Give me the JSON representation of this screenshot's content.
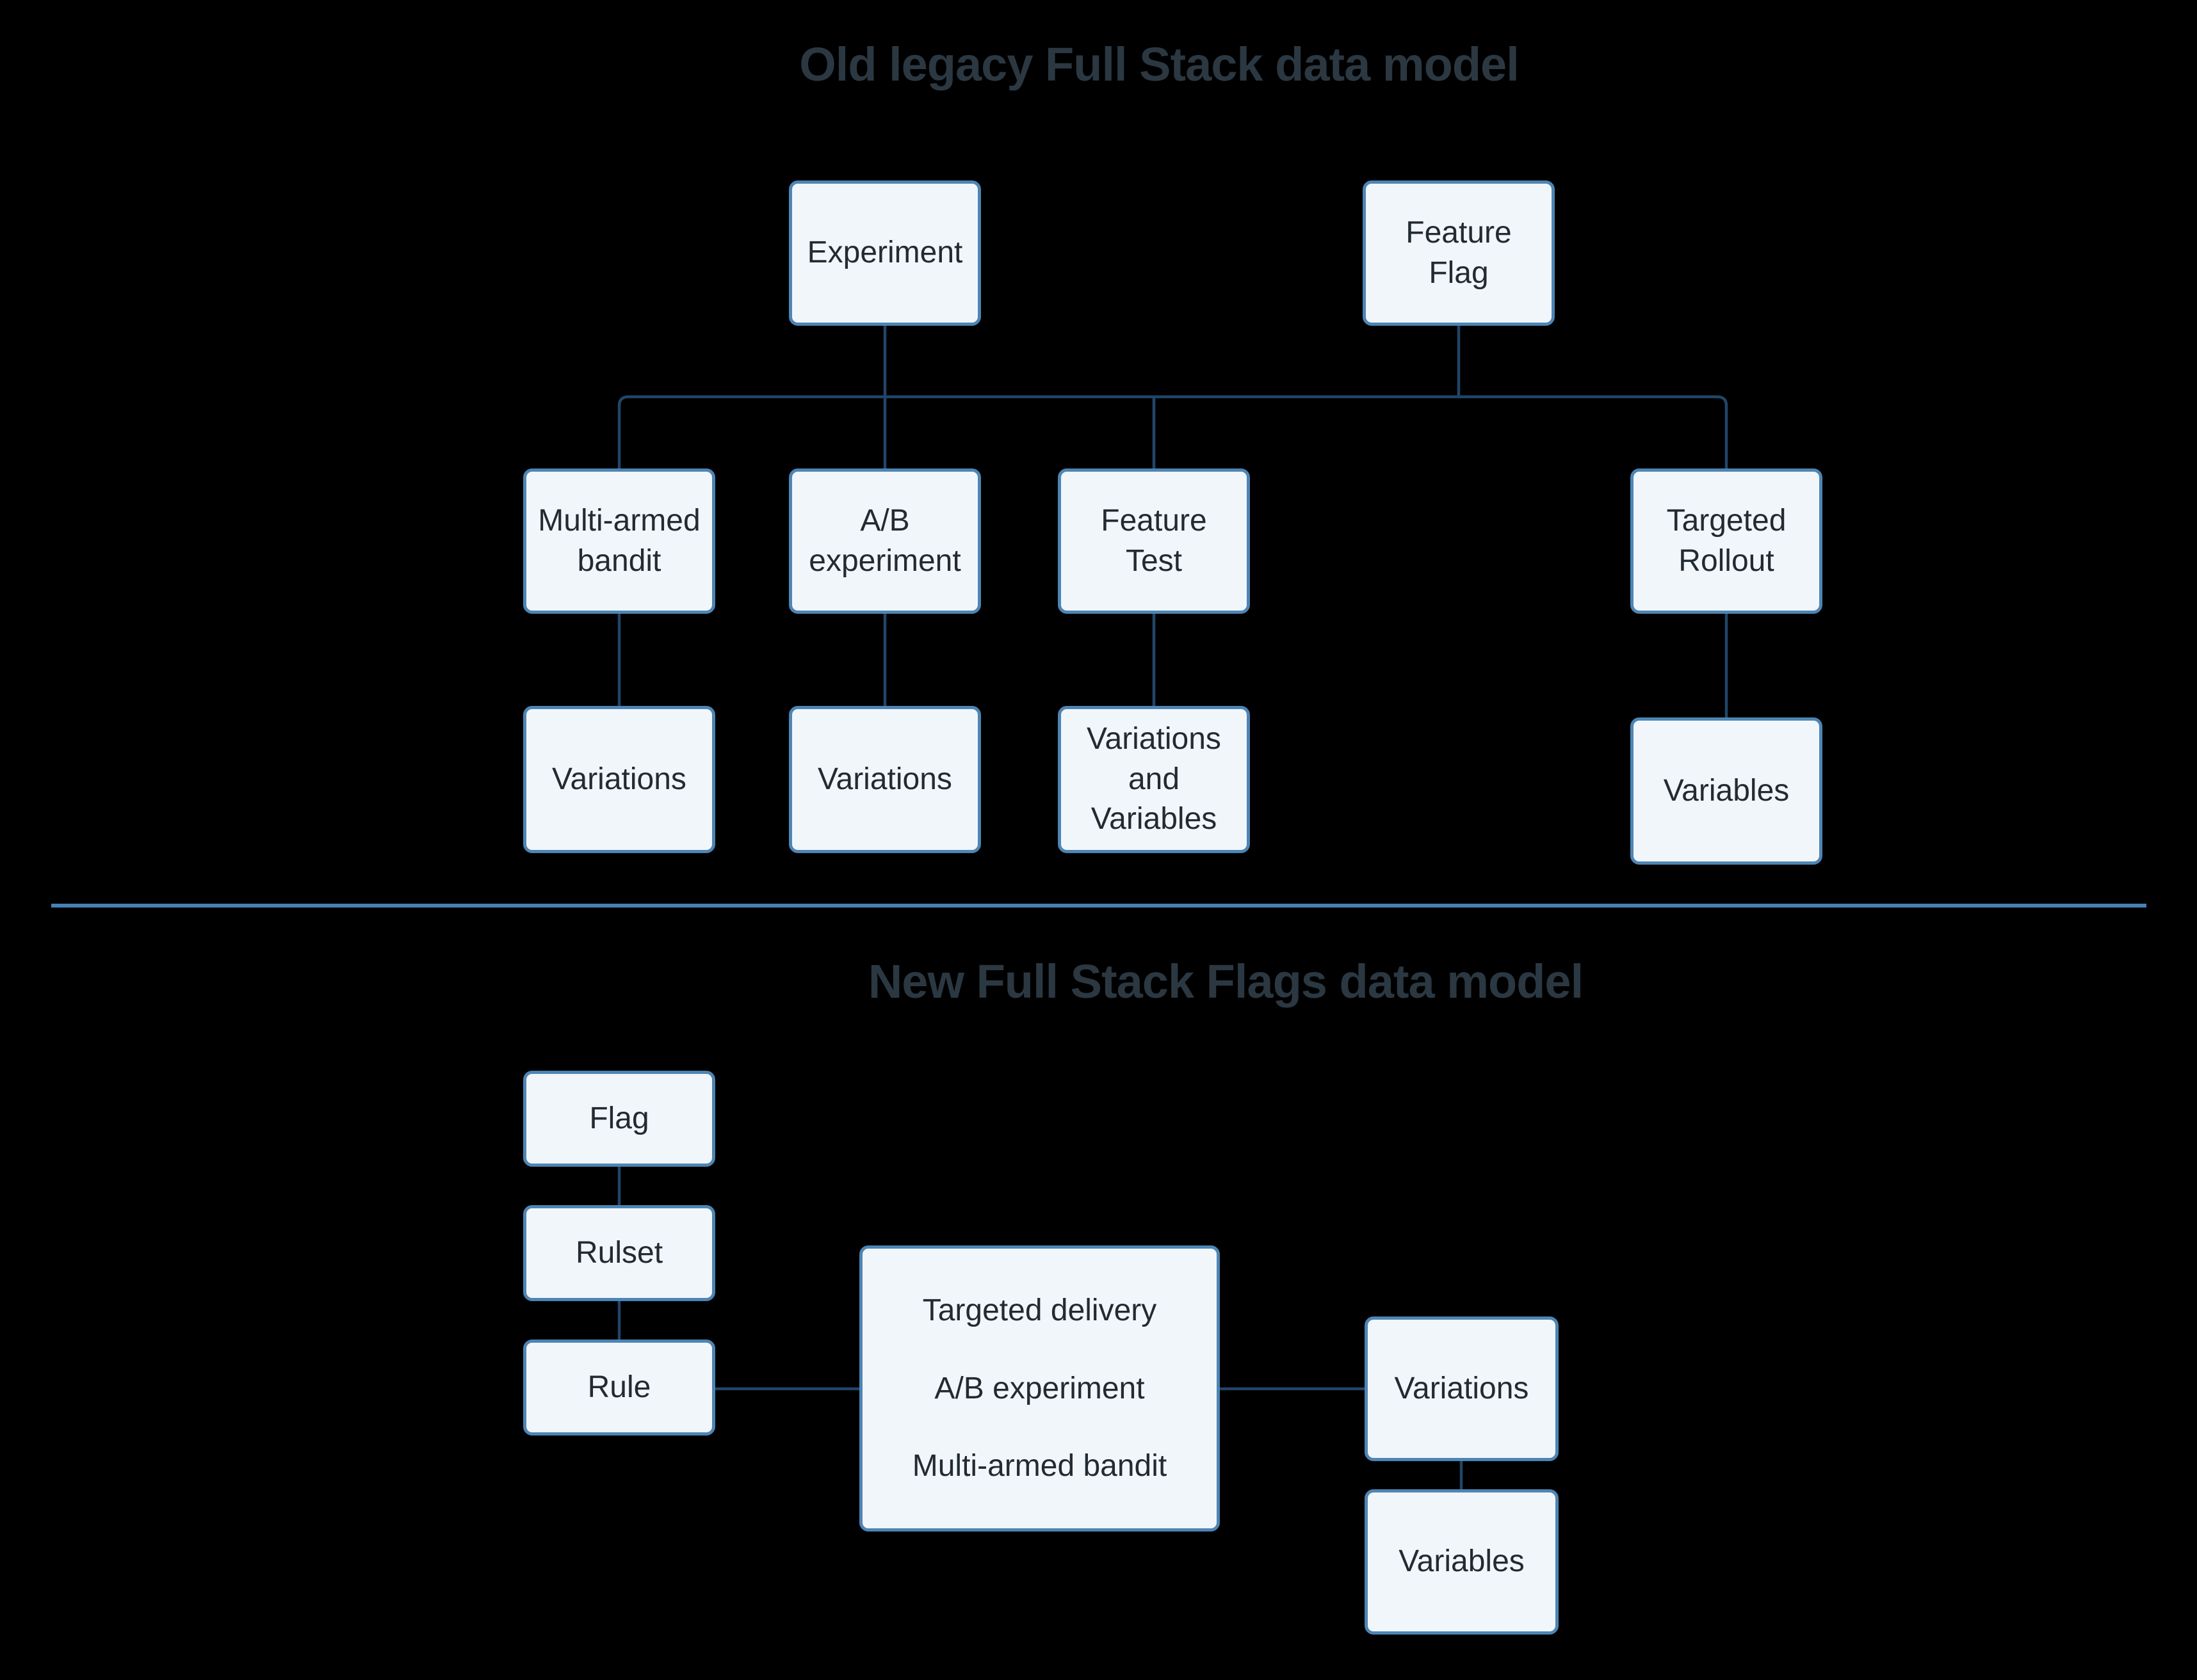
{
  "colors": {
    "background": "#000000",
    "box_fill": "#f1f6fb",
    "box_border": "#4d85b4",
    "box_text": "#222b31",
    "title_text": "#2b3842",
    "connector_line": "#21456a",
    "divider_line": "#4580b5"
  },
  "old_model": {
    "title": "Old legacy Full Stack data model",
    "nodes": {
      "experiment": "Experiment",
      "feature_flag": "Feature Flag",
      "multi_armed_bandit": "Multi-armed bandit",
      "ab_experiment": "A/B experiment",
      "feature_test": "Feature Test",
      "targeted_rollout": "Targeted Rollout",
      "variations_under_mab": "Variations",
      "variations_under_ab": "Variations",
      "variations_and_variables": "Variations and Variables",
      "variables": "Variables"
    },
    "edges": [
      "Experiment -> Multi-armed bandit",
      "Experiment -> A/B experiment",
      "Experiment -> Feature Test",
      "Feature Flag -> Targeted Rollout",
      "Multi-armed bandit -> Variations",
      "A/B experiment -> Variations",
      "Feature Test -> Variations and Variables",
      "Targeted Rollout -> Variables"
    ]
  },
  "new_model": {
    "title": "New Full Stack Flags data model",
    "nodes": {
      "flag": "Flag",
      "rulset": "Rulset",
      "rule": "Rule",
      "delivery_lines": [
        "Targeted delivery",
        "A/B experiment",
        "Multi-armed bandit"
      ],
      "variations": "Variations",
      "variables": "Variables"
    },
    "edges": [
      "Flag -> Rulset",
      "Rulset -> Rule",
      "Rule -> Targeted delivery / A/B experiment / Multi-armed bandit",
      "Targeted delivery / A/B experiment / Multi-armed bandit -> Variations",
      "Variations -> Variables"
    ]
  }
}
